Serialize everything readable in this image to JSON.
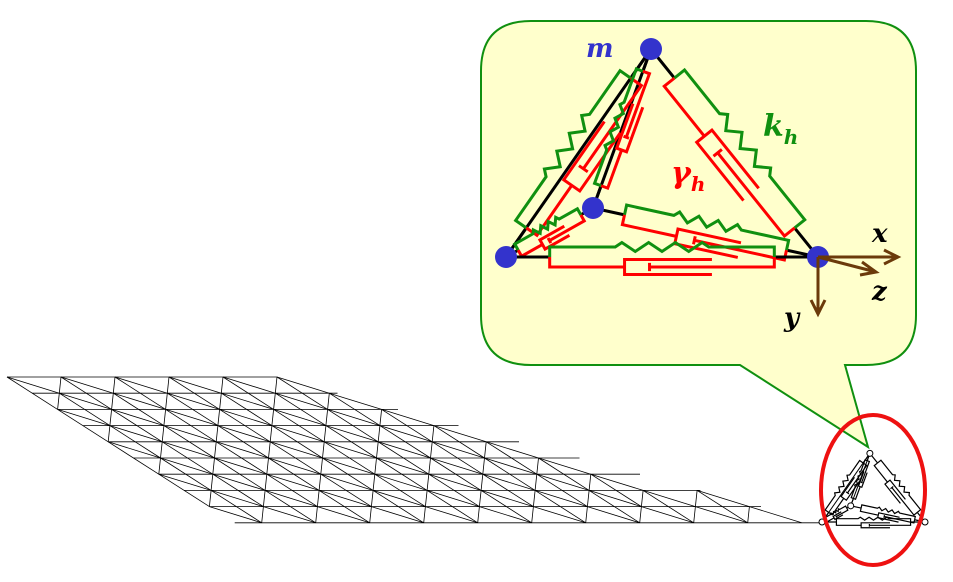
{
  "labels": {
    "mass": "m",
    "stiffness": "k",
    "stiffness_sub": "h",
    "damping": "γ",
    "damping_sub": "h",
    "axis_x": "x",
    "axis_y": "y",
    "axis_z": "z"
  },
  "colors": {
    "bubble_fill": "#ffffcc",
    "bubble_stroke": "#109010",
    "mass": "#3333cc",
    "spring": "#109010",
    "damper": "#ff0000",
    "axes": "#6b3a0a",
    "highlight_circle": "#ee1111"
  }
}
